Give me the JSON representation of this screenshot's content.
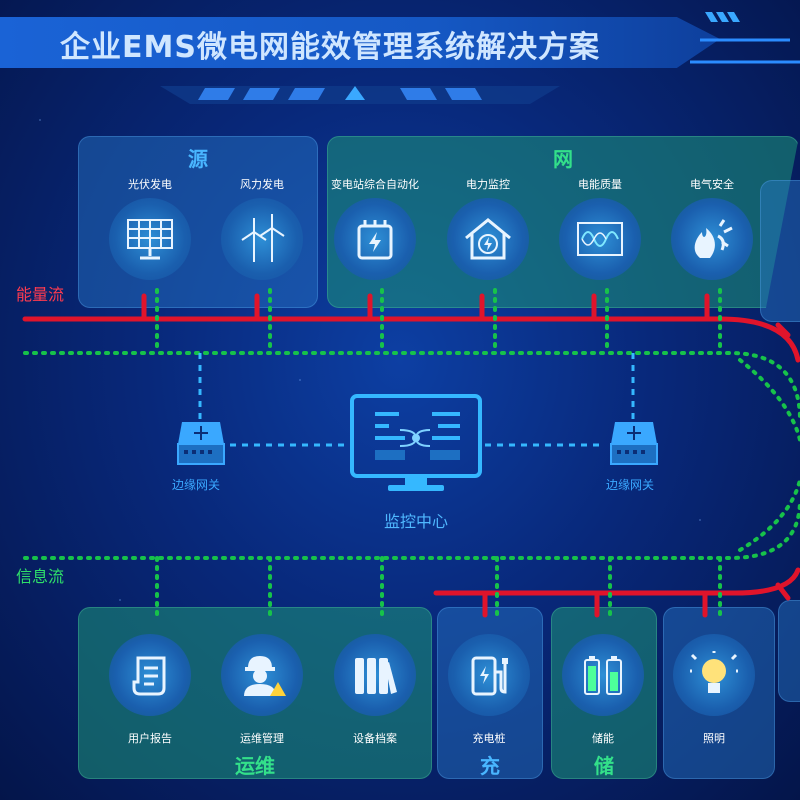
{
  "title": "企业EMS微电网能效管理系统解决方案",
  "flows": {
    "energy": "能量流",
    "info": "信息流"
  },
  "center": {
    "label": "监控中心"
  },
  "gateways": [
    {
      "label": "边缘网关"
    },
    {
      "label": "边缘网关"
    }
  ],
  "groups": {
    "yuan": {
      "title": "源",
      "items": [
        {
          "label": "光伏发电",
          "icon": "solar-panel-icon"
        },
        {
          "label": "风力发电",
          "icon": "wind-turbine-icon"
        }
      ]
    },
    "wang": {
      "title": "网",
      "items": [
        {
          "label": "变电站综合自动化",
          "icon": "substation-icon"
        },
        {
          "label": "电力监控",
          "icon": "house-power-icon"
        },
        {
          "label": "电能质量",
          "icon": "waveform-icon"
        },
        {
          "label": "电气安全",
          "icon": "fire-safety-icon"
        }
      ]
    },
    "yunwei": {
      "title": "运维",
      "items": [
        {
          "label": "用户报告",
          "icon": "report-scroll-icon"
        },
        {
          "label": "运维管理",
          "icon": "engineer-icon"
        },
        {
          "label": "设备档案",
          "icon": "archive-binders-icon"
        }
      ]
    },
    "chong": {
      "title": "充",
      "items": [
        {
          "label": "充电桩",
          "icon": "charging-pile-icon"
        }
      ]
    },
    "chu": {
      "title": "储",
      "items": [
        {
          "label": "储能",
          "icon": "battery-icon"
        }
      ]
    },
    "light": {
      "items": [
        {
          "label": "照明",
          "icon": "light-bulb-icon"
        }
      ]
    }
  },
  "colors": {
    "energy": "#e0142b",
    "info": "#17c24a",
    "accent": "#35b8ff"
  }
}
